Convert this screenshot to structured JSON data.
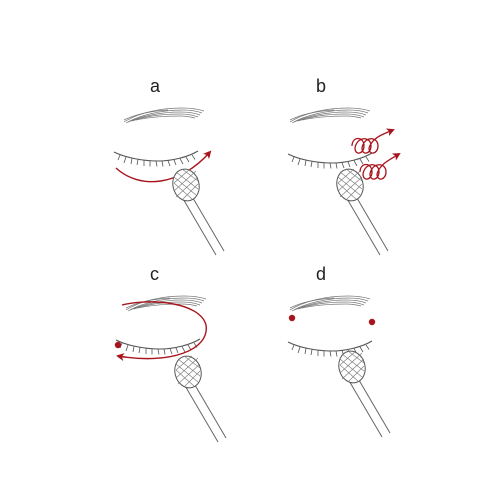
{
  "panels": [
    {
      "label": "a",
      "technique": "arc-under-eye-arrow"
    },
    {
      "label": "b",
      "technique": "spiral-outward-arrows"
    },
    {
      "label": "c",
      "technique": "loop-around-eye-arrow"
    },
    {
      "label": "d",
      "technique": "two-points"
    }
  ],
  "colors": {
    "accent": "#a8141c",
    "line": "#555555",
    "tool": "#666666"
  },
  "icons": [
    "eye-closed",
    "eyebrow",
    "massage-tool",
    "arrow"
  ]
}
